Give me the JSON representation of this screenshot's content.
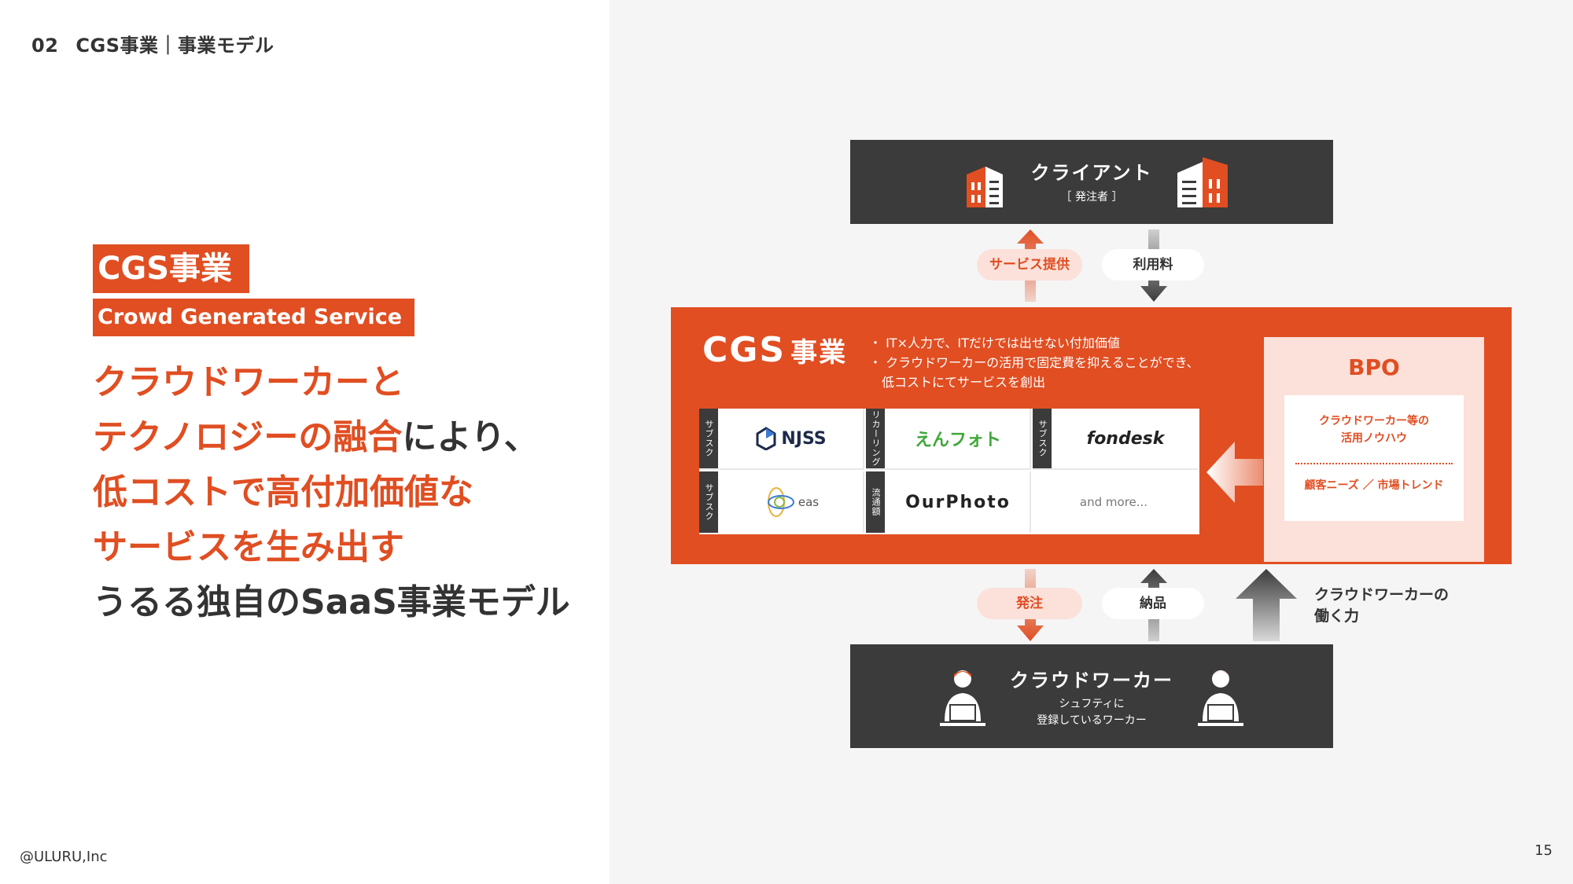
{
  "header": {
    "number": "02",
    "title": "CGS事業｜事業モデル"
  },
  "left": {
    "tag": "CGS事業",
    "subtitle": "Crowd Generated Service",
    "headline": {
      "line1": "クラウドワーカーと",
      "line2_orange": "テクノロジーの融合",
      "line2_dark": "により、",
      "line3": "低コストで高付加価値な",
      "line4": "サービスを生み出す",
      "line5": "うるる独自のSaaS事業モデル"
    }
  },
  "diagram": {
    "client": {
      "title": "クライアント",
      "sub": "［ 発注者 ］"
    },
    "pills_top": {
      "service": "サービス提供",
      "fee": "利用料"
    },
    "cgs": {
      "logo": "CGS",
      "logo_jp": "事業",
      "bullets": [
        "・ IT×人力で、ITだけでは出せない付加価値",
        "・ クラウドワーカーの活用で固定費を抑えることができ、",
        "　低コストにてサービスを創出"
      ]
    },
    "services": [
      {
        "tab": "サブスク",
        "name": "NJSS"
      },
      {
        "tab": "リカーリング",
        "name": "えんフォト"
      },
      {
        "tab": "サブスク",
        "name": "fondesk"
      },
      {
        "tab": "サブスク",
        "name": "eas"
      },
      {
        "tab": "流通額",
        "name": "OurPhoto"
      },
      {
        "tab": "",
        "name": "and more..."
      }
    ],
    "bpo": {
      "title": "BPO",
      "line1a": "クラウドワーカー等の",
      "line1b": "活用ノウハウ",
      "line2": "顧客ニーズ ／ 市場トレンド"
    },
    "pills_bottom": {
      "order": "発注",
      "delivery": "納品"
    },
    "side_label": {
      "line1": "クラウドワーカーの",
      "line2": "働く力"
    },
    "worker": {
      "title": "クラウドワーカー",
      "sub1": "シュフティに",
      "sub2": "登録しているワーカー"
    }
  },
  "colors": {
    "accent": "#e04e22",
    "dark": "#3b3b3b",
    "light_accent": "#fbe1d9"
  },
  "footer": {
    "copyright": "@ULURU,Inc",
    "page": "15"
  }
}
